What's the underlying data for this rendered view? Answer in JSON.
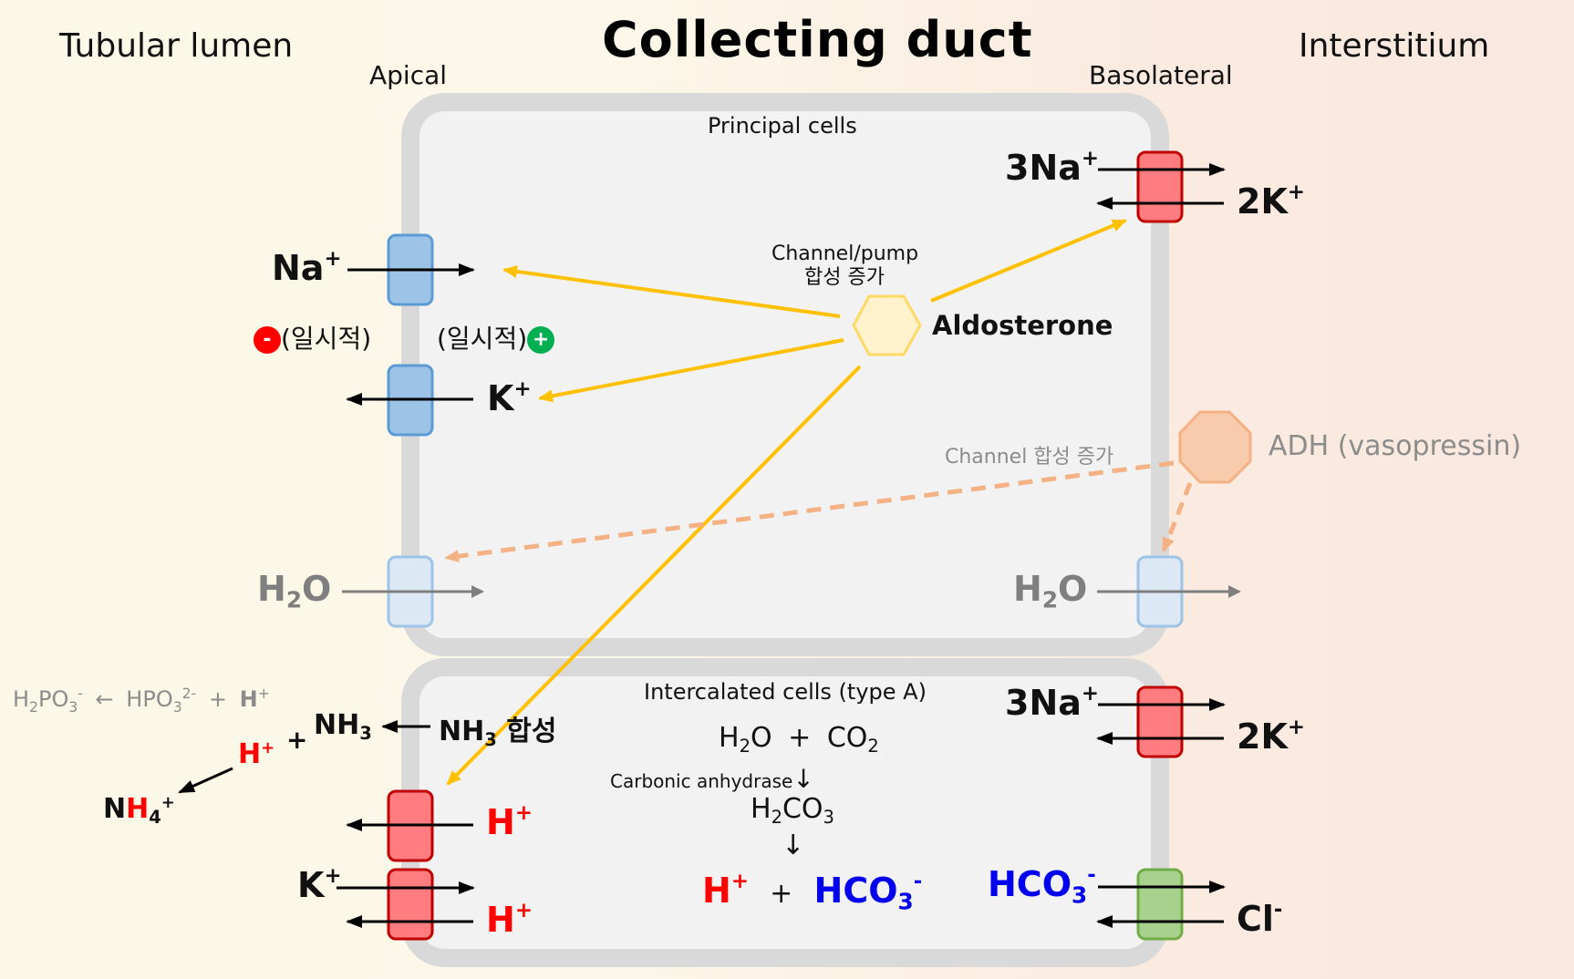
{
  "title": "Collecting duct",
  "regions": {
    "left": "Tubular lumen",
    "right": "Interstitium",
    "apical": "Apical",
    "basolateral": "Basolateral"
  },
  "principal_cell": {
    "label": "Principal cells",
    "na_channel": {
      "ion": "Na",
      "charge": "+"
    },
    "k_channel": {
      "ion": "K",
      "charge": "+"
    },
    "transient_left": "(일시적)",
    "transient_right": "(일시적)",
    "negative_badge": "-",
    "positive_badge": "+",
    "pump": {
      "na": "3Na",
      "na_charge": "+",
      "k": "2K",
      "k_charge": "+"
    },
    "water_left": {
      "h": "H",
      "sub": "2",
      "o": "O"
    },
    "water_right": {
      "h": "H",
      "sub": "2",
      "o": "O"
    },
    "aldosterone": {
      "label": "Aldosterone",
      "note_line1": "Channel/pump",
      "note_line2": "합성 증가"
    },
    "adh": {
      "label": "ADH (vasopressin)",
      "note": "Channel 합성 증가"
    }
  },
  "intercalated_cell": {
    "label": "Intercalated cells (type A)",
    "reaction": {
      "reactant1": {
        "base": "H",
        "sub": "2",
        "tail": "O"
      },
      "plus": "+",
      "reactant2": {
        "base": "CO",
        "sub": "2"
      },
      "enzyme": "Carbonic anhydrase",
      "arrow": "↓",
      "intermediate": {
        "h": "H",
        "sub1": "2",
        "co": "CO",
        "sub2": "3"
      },
      "arrow2": "↓",
      "product_h": {
        "ion": "H",
        "charge": "+"
      },
      "product_plus": "+",
      "product_hco3": {
        "base": "HCO",
        "sub": "3",
        "charge": "-"
      }
    },
    "pump": {
      "na": "3Na",
      "na_charge": "+",
      "k": "2K",
      "k_charge": "+"
    },
    "exchanger": {
      "hco3_base": "HCO",
      "hco3_sub": "3",
      "hco3_charge": "-",
      "cl": "Cl",
      "cl_charge": "-"
    },
    "h_pump": {
      "ion": "H",
      "charge": "+"
    },
    "hk_exchanger": {
      "k": "K",
      "k_charge": "+",
      "h": "H",
      "h_charge": "+"
    },
    "nh3_synthesis": {
      "base": "NH",
      "sub": "3",
      "word": "합성"
    }
  },
  "lumen_chemistry": {
    "phosphate": {
      "a_base": "H",
      "a_sub1": "2",
      "a_mid": "PO",
      "a_sub2": "3",
      "a_charge": "-",
      "arrow": "←",
      "b_base": "HPO",
      "b_sub": "3",
      "b_charge": "2-",
      "plus": "+",
      "h": "H",
      "h_charge": "+"
    },
    "plus": "+",
    "nh3": {
      "base": "NH",
      "sub": "3"
    },
    "h": {
      "ion": "H",
      "charge": "+"
    },
    "nh4": {
      "n": "N",
      "h": "H",
      "sub": "4",
      "charge": "+"
    }
  },
  "colors": {
    "cell_border": "#d9d9d9",
    "cell_fill": "#f2f2f2",
    "na_channel": "#9dc3e6",
    "na_channel_border": "#5b9bd5",
    "water_channel": "#dde8f5",
    "water_channel_border": "#9dc3e6",
    "pump_fill": "#ff7c80",
    "pump_border": "#c00000",
    "exchanger_fill": "#a9d18e",
    "exchanger_border": "#70ad47",
    "aldosterone_arrow": "#ffc000",
    "adh_arrow": "#f4b183",
    "hexagon_fill": "#fff2cc",
    "hexagon_border": "#ffd966",
    "octagon_fill": "#f8cbad",
    "octagon_border": "#f4b183"
  }
}
